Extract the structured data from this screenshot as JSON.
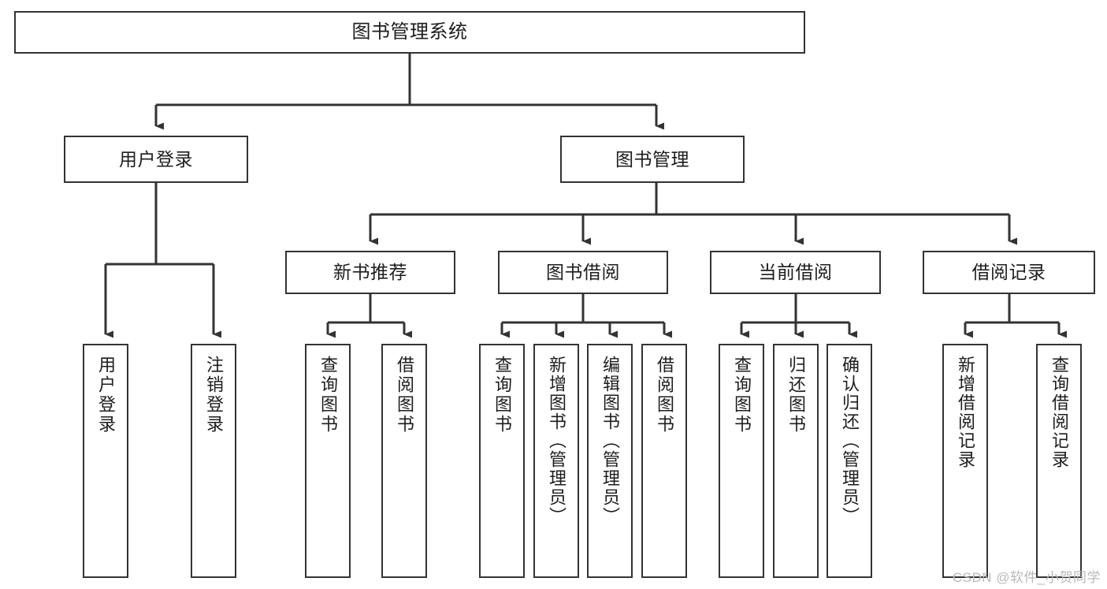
{
  "diagram": {
    "title": "图书管理系统",
    "type": "tree-hierarchy",
    "colors": {
      "box_border": "#333333",
      "box_fill": "#ffffff",
      "edge": "#333333",
      "text": "#1d1d1d",
      "watermark": "#b9b9b9",
      "background": "#ffffff"
    },
    "root": {
      "label": "图书管理系统"
    },
    "level2": [
      {
        "label": "用户登录"
      },
      {
        "label": "图书管理"
      }
    ],
    "level3": [
      {
        "label": "新书推荐"
      },
      {
        "label": "图书借阅"
      },
      {
        "label": "当前借阅"
      },
      {
        "label": "借阅记录"
      }
    ],
    "leaves": {
      "user_login": [
        {
          "label": "用户登录"
        },
        {
          "label": "注销登录"
        }
      ],
      "new_book_recommend": [
        {
          "label": "查询图书"
        },
        {
          "label": "借阅图书"
        }
      ],
      "book_borrow": [
        {
          "label": "查询图书"
        },
        {
          "label": "新增图书（管理员）"
        },
        {
          "label": "编辑图书（管理员）"
        },
        {
          "label": "借阅图书"
        }
      ],
      "current_borrow": [
        {
          "label": "查询图书"
        },
        {
          "label": "归还图书"
        },
        {
          "label": "确认归还（管理员）"
        }
      ],
      "borrow_record": [
        {
          "label": "新增借阅记录"
        },
        {
          "label": "查询借阅记录"
        }
      ]
    }
  },
  "watermark": {
    "text": "CSDN @软件_小贺同学"
  }
}
